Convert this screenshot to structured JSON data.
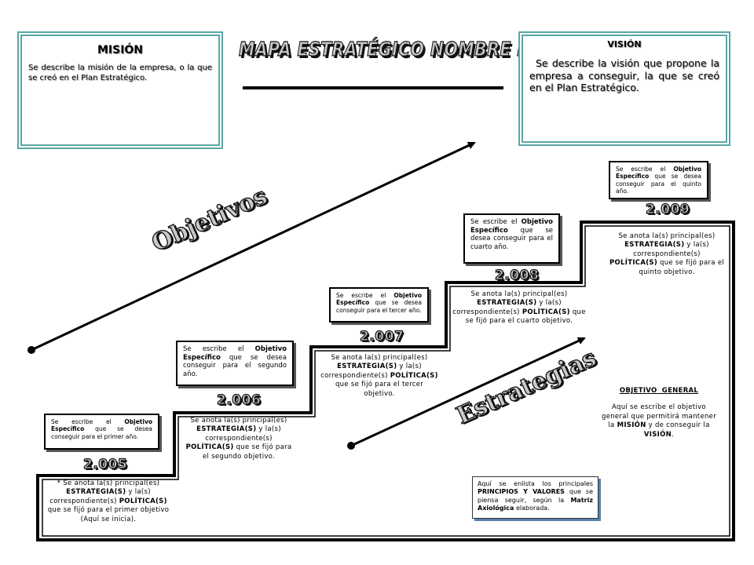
{
  "title": "MAPA ESTRATÉGICO NOMBRE EMPRESA",
  "mission": {
    "heading": "MISIÓN",
    "text": "Se describe la misión de la empresa, o la que se creó en el Plan Estratégico."
  },
  "vision": {
    "heading": "VISIÓN",
    "text": "Se describe la visión que propone la empresa a conseguir, la que se creó en el Plan Estratégico."
  },
  "axis_labels": {
    "objectives": "Objetivos",
    "strategies": "Estrategias"
  },
  "steps": [
    {
      "year": "2.005",
      "objective": {
        "pre": "Se escribe el ",
        "bold": "Objetivo Específico",
        "post": " que se desea conseguir para el primer año."
      },
      "strategy": {
        "marker": "* ",
        "pre": "Se anota la(s) principal(es) ",
        "b1": "ESTRATEGIA(S)",
        "mid": " y la(s) correspondiente(s) ",
        "b2": "POLÍTICA(S)",
        "post": " que se fijó para el primer objetivo (Aquí se inicia)."
      }
    },
    {
      "year": "2.006",
      "objective": {
        "pre": "Se escribe el ",
        "bold": "Objetivo Específico",
        "post": " que se desea conseguir para el segundo año."
      },
      "strategy": {
        "marker": "",
        "pre": "Se anota la(s) principal(es) ",
        "b1": "ESTRATEGIA(S)",
        "mid": " y la(s) correspondiente(s) ",
        "b2": "POLÍTICA(S)",
        "post": " que se fijó para el segundo objetivo."
      }
    },
    {
      "year": "2.007",
      "objective": {
        "pre": "Se escribe el ",
        "bold": "Objetivo Específico",
        "post": " que se desea conseguir para el tercer año."
      },
      "strategy": {
        "marker": "",
        "pre": "Se anota la(s) principal(es) ",
        "b1": "ESTRATEGIA(S)",
        "mid": " y la(s) correspondiente(s) ",
        "b2": "POLÍTICA(S)",
        "post": " que se fijó para el tercer objetivo."
      }
    },
    {
      "year": "2.008",
      "objective": {
        "pre": "Se escribe el ",
        "bold": "Objetivo Específico",
        "post": " que se desea conseguir para el cuarto año."
      },
      "strategy": {
        "marker": "",
        "pre": "Se anota la(s) principal(es) ",
        "b1": "ESTRATEGIA(S)",
        "mid": " y la(s) correspondiente(s) ",
        "b2": "POLÍTICA(S)",
        "post": " que se fijó para el cuarto objetivo."
      }
    },
    {
      "year": "2.009",
      "objective": {
        "pre": "Se escribe el ",
        "bold": "Objetivo Específico",
        "post": " que se desea conseguir para el quinto año."
      },
      "strategy": {
        "marker": "",
        "pre": "Se anota la(s) principal(es) ",
        "b1": "ESTRATEGIA(S)",
        "mid": " y la(s) correspondiente(s) ",
        "b2": "POLÍTICA(S)",
        "post": " que se fijó para el quinto objetivo."
      }
    }
  ],
  "general_objective": {
    "heading": "OBJETIVO GENERAL",
    "pre": "Aquí se escribe el objetivo general que permitirá mantener la ",
    "b1": "MISIÓN",
    "mid": " y de conseguir la ",
    "b2": "VISIÓN",
    "post": "."
  },
  "values": {
    "pre": "Aquí se enlista los principales ",
    "b1": "PRINCIPIOS Y VALORES",
    "mid": " que se piensa seguir, según la ",
    "b2": "Matriz Axiológica",
    "post": " elaborada."
  }
}
